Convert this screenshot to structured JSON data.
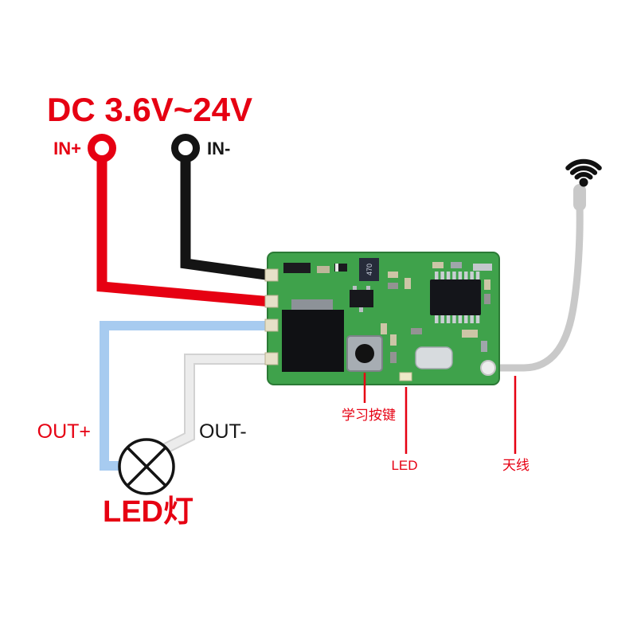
{
  "diagram": {
    "title": "DC 3.6V~24V",
    "terminals": {
      "in_plus": "IN+",
      "in_minus": "IN-"
    },
    "outputs": {
      "out_plus": "OUT+",
      "out_minus": "OUT-"
    },
    "load_label": "LED灯",
    "callouts": {
      "learn_button": "学习按键",
      "led": "LED",
      "antenna": "天线"
    },
    "board_markings": {
      "cap": "470"
    },
    "colors": {
      "red": "#e60012",
      "black": "#141414",
      "blue_wire": "#a7cbf0",
      "white_wire": "#ececec",
      "antenna_gray": "#c9c9c9",
      "pcb_green": "#3fa24b"
    }
  }
}
